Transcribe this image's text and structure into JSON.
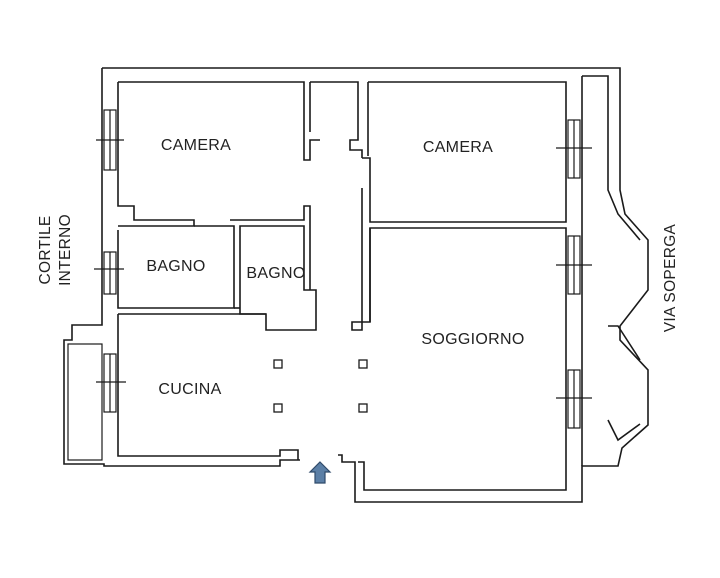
{
  "rooms": {
    "camera_left": "CAMERA",
    "camera_right": "CAMERA",
    "bagno_1": "BAGNO",
    "bagno_2": "BAGNO",
    "cucina": "CUCINA",
    "soggiorno": "SOGGIORNO"
  },
  "surroundings": {
    "courtyard_line1": "CORTILE",
    "courtyard_line2": "INTERNO",
    "street": "VIA SOPERGA"
  },
  "colors": {
    "wall": "#1a1a1a",
    "entrance_arrow": "#5b7fa6"
  },
  "icons": {
    "entrance": "entrance-arrow-icon",
    "window": "window-icon",
    "pillar": "pillar-icon"
  }
}
